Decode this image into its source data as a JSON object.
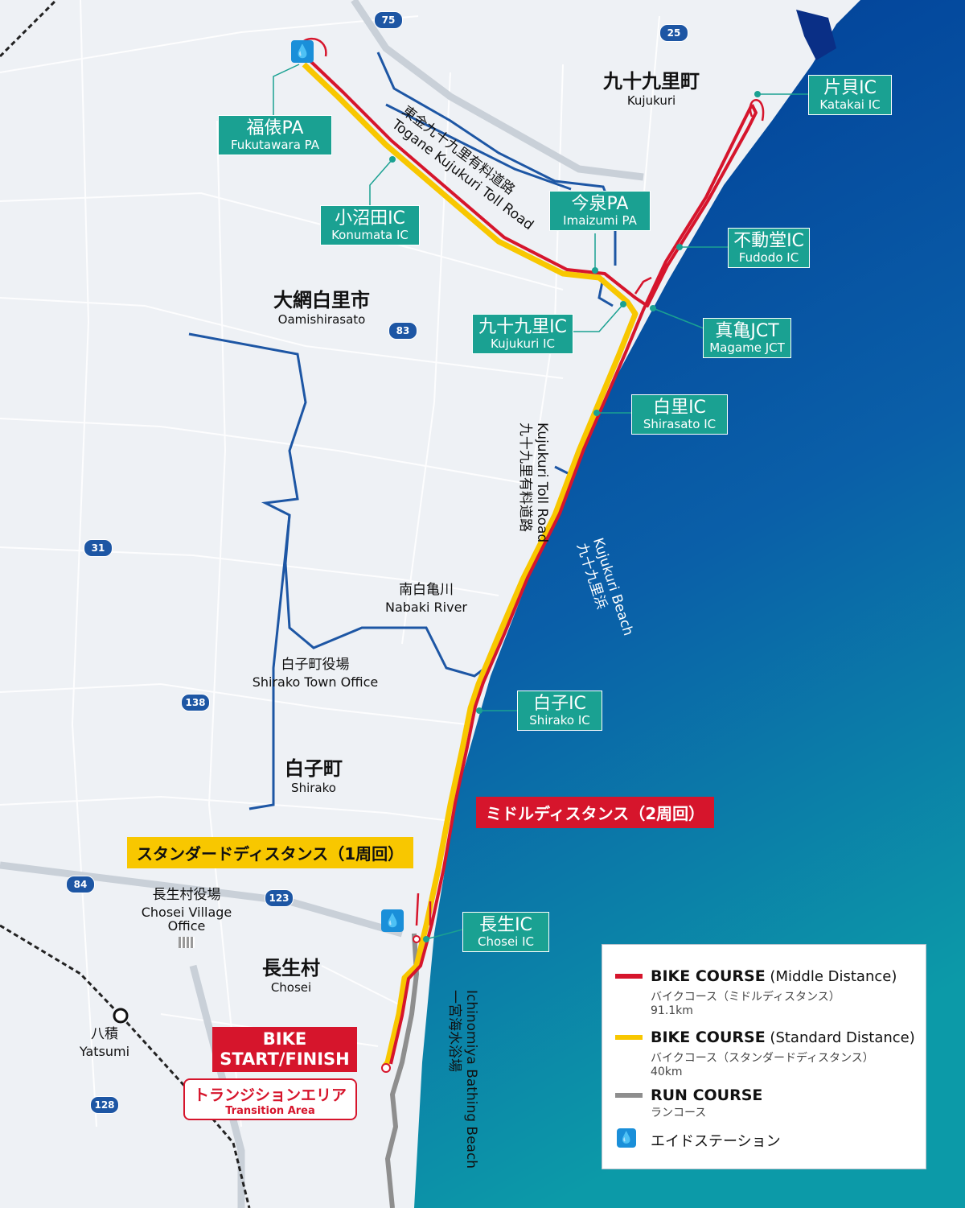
{
  "colors": {
    "sea_top": "#003a96",
    "sea_bottom": "#0c9aa8",
    "middle_course": "#d6152c",
    "standard_course": "#f8c700",
    "run_course": "#8e8e8e",
    "ic_box": "#1aa192",
    "river": "#1d56a4",
    "road_shield": "#1d56a4"
  },
  "places": {
    "kujukuri": {
      "jp": "九十九里町",
      "en": "Kujukuri"
    },
    "oamishirasato": {
      "jp": "大網白里市",
      "en": "Oamishirasato"
    },
    "shirako": {
      "jp": "白子町",
      "en": "Shirako"
    },
    "chosei": {
      "jp": "長生村",
      "en": "Chosei"
    },
    "nabaki": {
      "jp": "南白亀川",
      "en": "Nabaki River"
    },
    "shirako_office": {
      "jp": "白子町役場",
      "en": "Shirako Town Office"
    },
    "chosei_office": {
      "jp": "長生村役場",
      "en": "Chosei Village Office"
    },
    "yatsumi": {
      "jp": "八積",
      "en": "Yatsumi"
    }
  },
  "interchanges": [
    {
      "id": "fukutawara",
      "jp": "福俵PA",
      "en": "Fukutawara PA"
    },
    {
      "id": "konumata",
      "jp": "小沼田IC",
      "en": "Konumata IC"
    },
    {
      "id": "imaizumi",
      "jp": "今泉PA",
      "en": "Imaizumi PA"
    },
    {
      "id": "katakai",
      "jp": "片貝IC",
      "en": "Katakai IC"
    },
    {
      "id": "fudodo",
      "jp": "不動堂IC",
      "en": "Fudodo IC"
    },
    {
      "id": "kujukuri",
      "jp": "九十九里IC",
      "en": "Kujukuri IC"
    },
    {
      "id": "magame",
      "jp": "真亀JCT",
      "en": "Magame JCT"
    },
    {
      "id": "shirasato",
      "jp": "白里IC",
      "en": "Shirasato IC"
    },
    {
      "id": "shirako",
      "jp": "白子IC",
      "en": "Shirako IC"
    },
    {
      "id": "chosei",
      "jp": "長生IC",
      "en": "Chosei IC"
    }
  ],
  "roads": {
    "togane_jp": "東金九十九里有料道路",
    "togane_en": "Togane Kujukuri Toll Road",
    "kujukuri_toll_jp": "九十九里有料道路",
    "kujukuri_toll_en": "Kujukuri Toll Road",
    "shields": [
      "75",
      "25",
      "83",
      "31",
      "138",
      "84",
      "123",
      "128"
    ]
  },
  "beaches": {
    "kujukuri_jp": "九十九里浜",
    "kujukuri_en": "Kujukuri Beach",
    "ichinomiya_jp": "一宮海水浴場",
    "ichinomiya_en": "Ichinomiya Bathing Beach"
  },
  "course_tags": {
    "middle": "ミドルディスタンス（2周回）",
    "standard": "スタンダードディスタンス（1周回）"
  },
  "start": {
    "line1": "BIKE",
    "line2": "START/FINISH",
    "transition_jp": "トランジションエリア",
    "transition_en": "Transition Area"
  },
  "legend": {
    "bike_middle_title": "BIKE COURSE",
    "bike_middle_paren": "(Middle Distance)",
    "bike_middle_jp": "バイクコース（ミドルディスタンス）",
    "bike_middle_dist": "91.1km",
    "bike_std_title": "BIKE COURSE",
    "bike_std_paren": "(Standard Distance)",
    "bike_std_jp": "バイクコース（スタンダードディスタンス）",
    "bike_std_dist": "40km",
    "run_title": "RUN COURSE",
    "run_jp": "ランコース",
    "aid_label": "エイドステーション"
  }
}
